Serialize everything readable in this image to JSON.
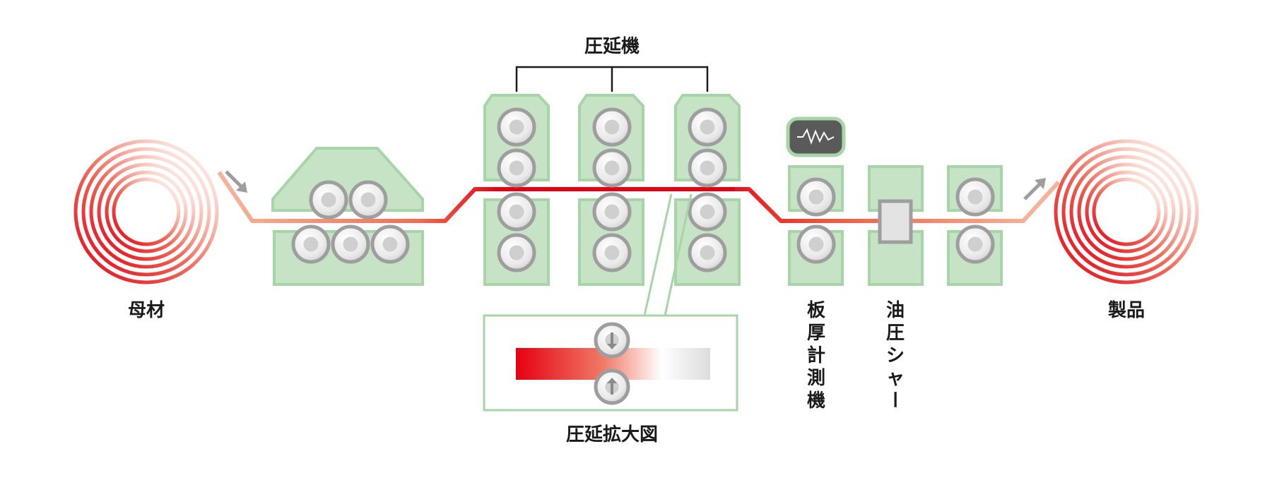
{
  "labels": {
    "rolling_mill": "圧延機",
    "base_material": "母材",
    "product": "製品",
    "rolling_detail": "圧延拡大図",
    "thickness_gauge": [
      "板",
      "厚",
      "計",
      "測",
      "機"
    ],
    "hydraulic_shear": [
      "油",
      "圧",
      "シ",
      "ャ",
      "ー"
    ]
  },
  "colors": {
    "machine_fill": "#c6e3c6",
    "machine_stroke": "#a6d6a6",
    "strip_red": "#e60012",
    "strip_light": "#f5b49a",
    "roller_ring": "#9e9e9e",
    "gauge_screen": "#5a5a5a",
    "arrow_gray": "#9e9e9e"
  },
  "icons": [
    "coil-icon",
    "roller-icon",
    "waveform-icon",
    "down-arrow-icon",
    "up-arrow-icon",
    "shear-blade-icon"
  ]
}
